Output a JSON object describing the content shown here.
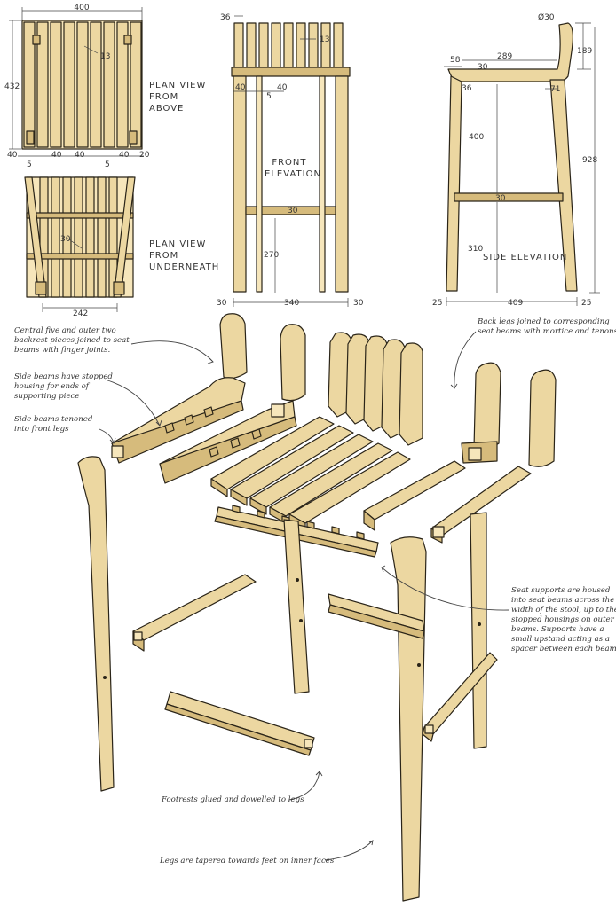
{
  "views": {
    "plan_above": [
      "PLAN VIEW",
      "FROM",
      "ABOVE"
    ],
    "plan_underneath": [
      "PLAN VIEW",
      "FROM",
      "UNDERNEATH"
    ],
    "front_elevation": [
      "FRONT",
      "ELEVATION"
    ],
    "side_elevation": "SIDE ELEVATION"
  },
  "dims": {
    "plan_width": "400",
    "plan_depth": "432",
    "plan_slat": "13",
    "plan_b_40a": "40",
    "plan_b_40b": "40",
    "plan_b_40c": "40",
    "plan_b_40d": "40",
    "plan_b_5a": "5",
    "plan_b_5b": "5",
    "plan_b_20": "20",
    "under_30": "30",
    "under_242": "242",
    "front_36": "36",
    "front_13": "13",
    "front_40a": "40",
    "front_40b": "40",
    "front_5": "5",
    "front_30": "30",
    "front_270": "270",
    "front_30l": "30",
    "front_340": "340",
    "front_30r": "30",
    "side_o30": "Ø30",
    "side_58": "58",
    "side_289": "289",
    "side_30": "30",
    "side_189": "189",
    "side_36": "36",
    "side_71": "71",
    "side_400": "400",
    "side_928": "928",
    "side_310": "310",
    "side_25l": "25",
    "side_409": "409",
    "side_25r": "25",
    "side_30b": "30"
  },
  "notes": {
    "finger_joints": [
      "Central five and outer two",
      "backrest pieces joined to seat",
      "beams with finger joints."
    ],
    "housing": [
      "Side beams have stopped",
      "housing for ends of",
      "supporting piece"
    ],
    "tenoned": [
      "Side beams tenoned",
      "into front legs"
    ],
    "back_legs": [
      "Back legs joined to corresponding",
      "seat beams with mortice and tenons"
    ],
    "seat_supports": [
      "Seat supports are housed",
      "into seat beams across the",
      "width of the stool, up to the",
      "stopped housings on outer",
      "beams. Supports have a",
      "small upstand acting as a",
      "spacer between each beam"
    ],
    "footrests": "Footrests glued and dowelled to legs",
    "tapered": "Legs are tapered towards feet on inner faces"
  }
}
